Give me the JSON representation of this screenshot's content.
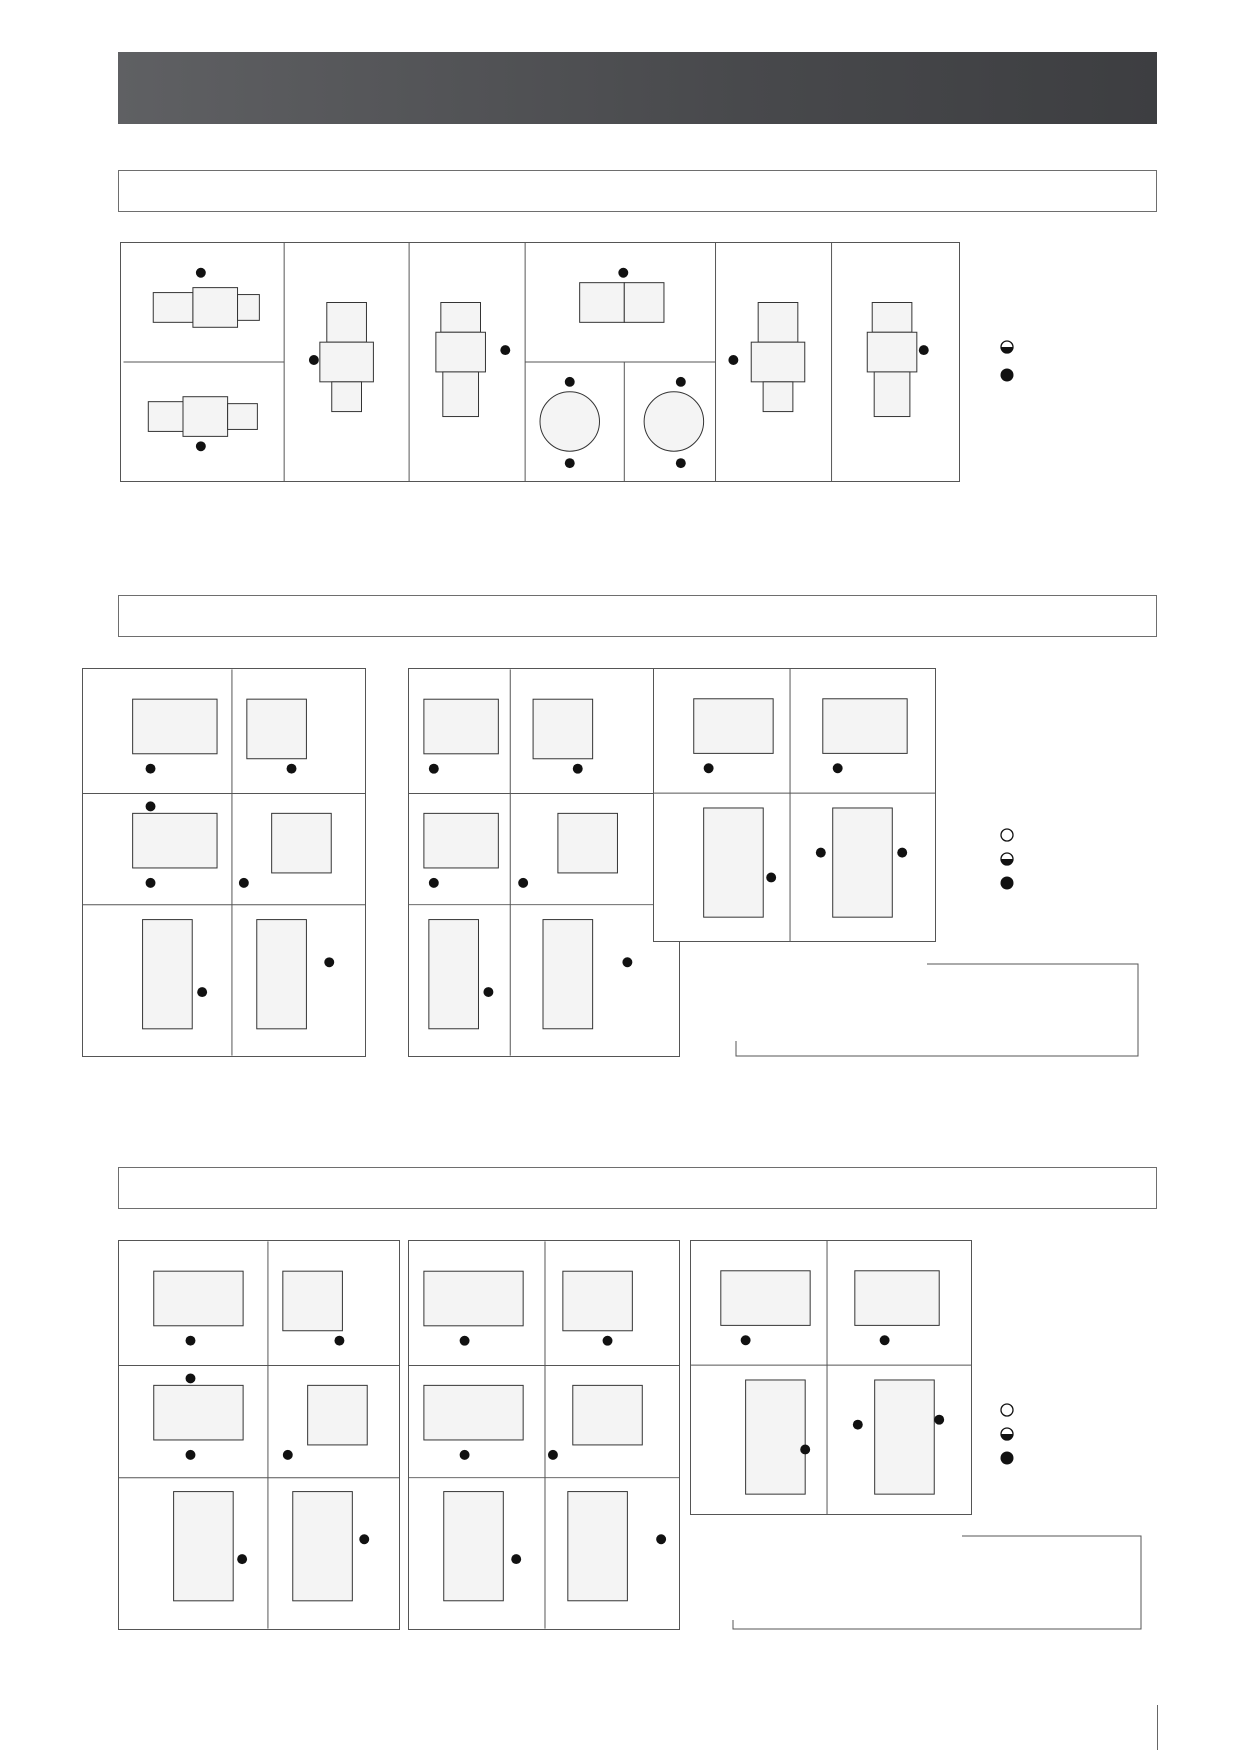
{
  "header": {
    "title": ""
  },
  "sections": [
    {
      "title": ""
    },
    {
      "title": ""
    },
    {
      "title": ""
    }
  ],
  "legends": {
    "section1": [
      "half-filled-circle",
      "filled-circle"
    ],
    "section2": [
      "empty-circle",
      "half-filled-circle",
      "filled-circle"
    ],
    "section3": [
      "empty-circle",
      "half-filled-circle",
      "filled-circle"
    ]
  },
  "colors": {
    "header": "#4a4b4e",
    "line": "#555555",
    "fill": "#111111"
  }
}
